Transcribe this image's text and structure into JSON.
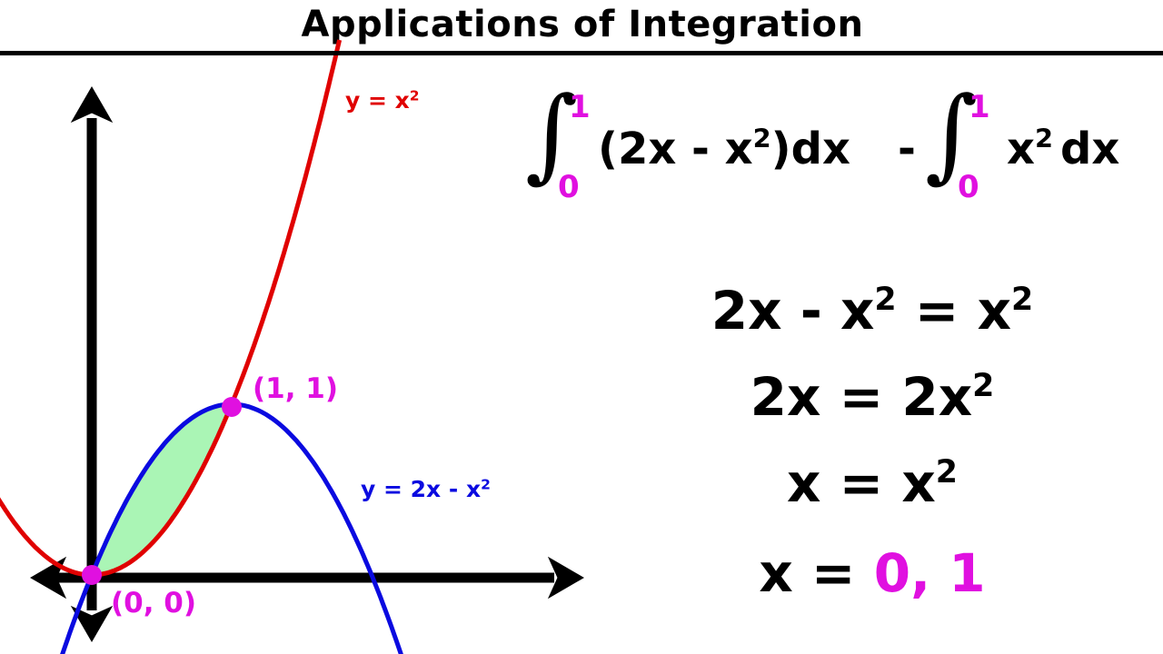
{
  "header": {
    "title": "Applications of Integration"
  },
  "colors": {
    "curve_parabola": "#e00000",
    "curve_inverted": "#0a0ae0",
    "highlight": "#e010e0",
    "region_fill": "#aaf5b5",
    "axes": "#000000"
  },
  "graph": {
    "curve_labels": {
      "parabola": {
        "lhs": "y = x",
        "exp": "2"
      },
      "inverted": {
        "lhs": "y = 2x - x",
        "exp": "2"
      }
    },
    "points": [
      {
        "label": "(0, 0)",
        "x": 0,
        "y": 0
      },
      {
        "label": "(1, 1)",
        "x": 1,
        "y": 1
      }
    ]
  },
  "integral": {
    "first": {
      "lower": "0",
      "upper": "1",
      "body_a": "(2x - x",
      "exp": "2",
      "body_b": ")dx"
    },
    "minus": "-",
    "second": {
      "lower": "0",
      "upper": "1",
      "body_a": "x",
      "exp": "2",
      "body_b": "dx"
    }
  },
  "equations": [
    {
      "a": "2x - x",
      "a_exp": "2",
      "mid": " = x",
      "b_exp": "2"
    },
    {
      "a": "2x = 2x",
      "a_exp": "2"
    },
    {
      "a": "x = x",
      "a_exp": "2"
    },
    {
      "a": "x = ",
      "solution": "0, 1"
    }
  ],
  "chart_data": {
    "type": "line",
    "title": "Applications of Integration",
    "xlabel": "",
    "ylabel": "",
    "series": [
      {
        "name": "y = x²",
        "color": "#e00000",
        "x": [
          -0.66,
          -0.5,
          0,
          0.5,
          1,
          1.5,
          1.75
        ],
        "y": [
          0.44,
          0.25,
          0,
          0.25,
          1,
          2.25,
          3.06
        ]
      },
      {
        "name": "y = 2x - x²",
        "color": "#0a0ae0",
        "x": [
          -0.2,
          0,
          0.5,
          1,
          1.5,
          2,
          2.2
        ],
        "y": [
          -0.44,
          0,
          0.75,
          1,
          0.75,
          0,
          -0.44
        ]
      }
    ],
    "shaded_region": {
      "between": [
        "y = 2x - x²",
        "y = x²"
      ],
      "x_range": [
        0,
        1
      ]
    },
    "intersections": [
      [
        0,
        0
      ],
      [
        1,
        1
      ]
    ],
    "xlim": [
      -0.66,
      3.5
    ],
    "ylim": [
      -0.45,
      2.9
    ],
    "grid": false
  }
}
